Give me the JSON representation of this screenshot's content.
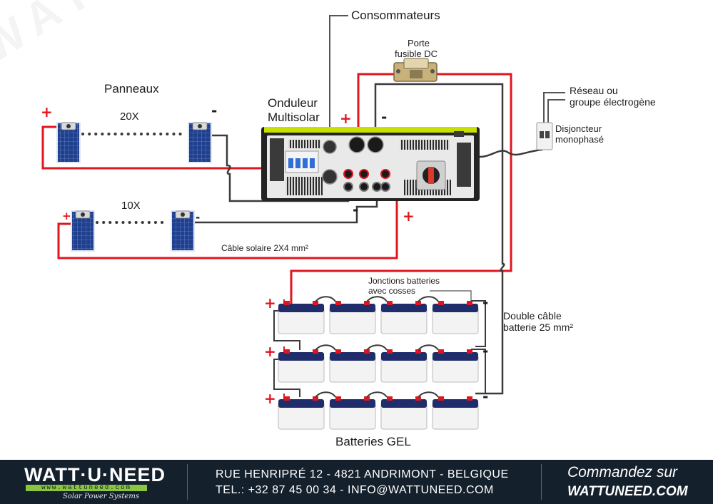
{
  "labels": {
    "consommateurs": "Consommateurs",
    "porte_fusible": [
      "Porte",
      "fusible DC"
    ],
    "panneaux": "Panneaux",
    "onduleur": [
      "Onduleur",
      "Multisolar"
    ],
    "reseau": [
      "Réseau ou",
      "groupe électrogène"
    ],
    "disjoncteur": [
      "Disjoncteur",
      "monophasé"
    ],
    "count_top": "20X",
    "count_bottom": "10X",
    "cable_solaire": "Câble solaire 2X4 mm²",
    "jonctions": [
      "Jonctions batteries",
      "avec cosses"
    ],
    "double_cable": [
      "Double câble",
      "batterie 25 mm²"
    ],
    "batteries": "Batteries GEL"
  },
  "signs": {
    "plus": "+",
    "minus": "-"
  },
  "watermark": "WATT·U·NEED.COM",
  "footer": {
    "brand": "WATT·U·NEED",
    "url": "www.wattuneed.com",
    "tagline": "Solar Power Systems",
    "address_line1": "RUE HENRIPRÉ 12 - 4821 ANDRIMONT - BELGIQUE",
    "address_line2": "TEL.: +32 87 45 00 34 - INFO@WATTUNEED.COM",
    "order_line1": "Commandez sur",
    "order_line2": "WATTUNEED.COM"
  },
  "colors": {
    "positive_cable": "#e0161f",
    "negative_cable": "#3a3a3a",
    "panel_blue": "#1f3f8f",
    "battery_lid": "#1f2d6b",
    "inverter_body": "#222222",
    "inverter_accent": "#c8e000",
    "footer_bg": "#14202c",
    "logo_green": "#8bc53f"
  }
}
